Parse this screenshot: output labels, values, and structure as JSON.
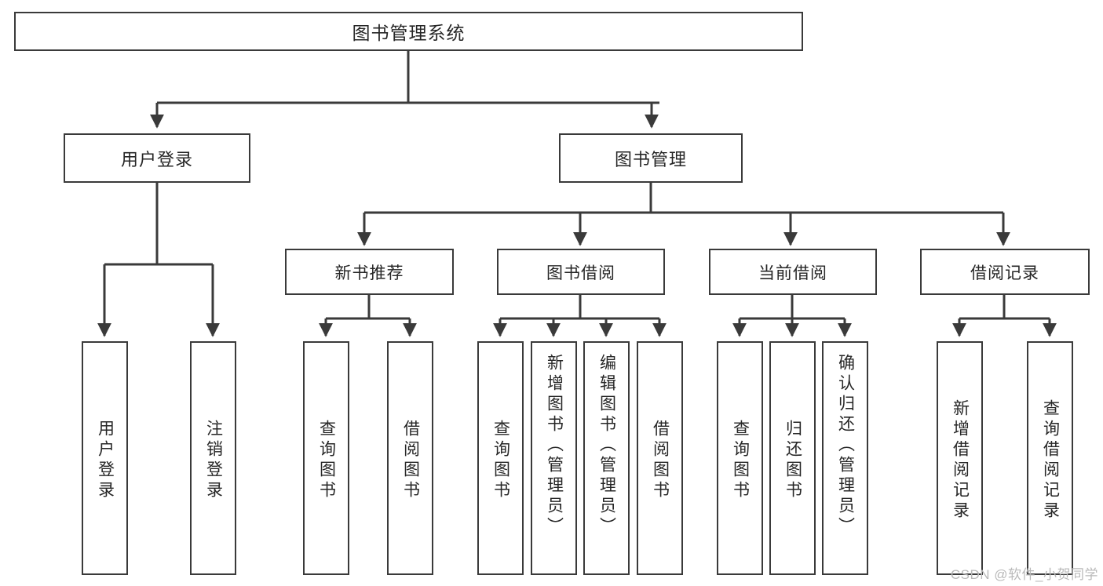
{
  "diagram": {
    "type": "tree-hierarchy",
    "title": "图书管理系统",
    "watermark": "CSDN @软件_小贺同学",
    "colors": {
      "border": "#3a3a3a",
      "text": "#262626",
      "background": "#ffffff",
      "watermark": "#b9b9b9"
    },
    "nodes": {
      "root": {
        "label": "图书管理系统"
      },
      "level1": [
        {
          "id": "user-login",
          "label": "用户登录"
        },
        {
          "id": "book-manage",
          "label": "图书管理"
        }
      ],
      "level2": [
        {
          "id": "new-book-recommend",
          "label": "新书推荐"
        },
        {
          "id": "book-borrow",
          "label": "图书借阅"
        },
        {
          "id": "current-borrow",
          "label": "当前借阅"
        },
        {
          "id": "borrow-record",
          "label": "借阅记录"
        }
      ],
      "leaves": {
        "user_login": [
          {
            "id": "leaf-user-login",
            "label": "用户登录"
          },
          {
            "id": "leaf-logout-login",
            "label": "注销登录"
          }
        ],
        "new_book_recommend": [
          {
            "id": "leaf-query-book-1",
            "label": "查询图书"
          },
          {
            "id": "leaf-borrow-book-1",
            "label": "借阅图书"
          }
        ],
        "book_borrow": [
          {
            "id": "leaf-query-book-2",
            "label": "查询图书"
          },
          {
            "id": "leaf-add-book",
            "label": "新增图书（管理员）"
          },
          {
            "id": "leaf-edit-book",
            "label": "编辑图书（管理员）"
          },
          {
            "id": "leaf-borrow-book-2",
            "label": "借阅图书"
          }
        ],
        "current_borrow": [
          {
            "id": "leaf-query-book-3",
            "label": "查询图书"
          },
          {
            "id": "leaf-return-book",
            "label": "归还图书"
          },
          {
            "id": "leaf-confirm-return",
            "label": "确认归还（管理员）"
          }
        ],
        "borrow_record": [
          {
            "id": "leaf-add-record",
            "label": "新增借阅记录"
          },
          {
            "id": "leaf-query-record",
            "label": "查询借阅记录"
          }
        ]
      }
    }
  }
}
